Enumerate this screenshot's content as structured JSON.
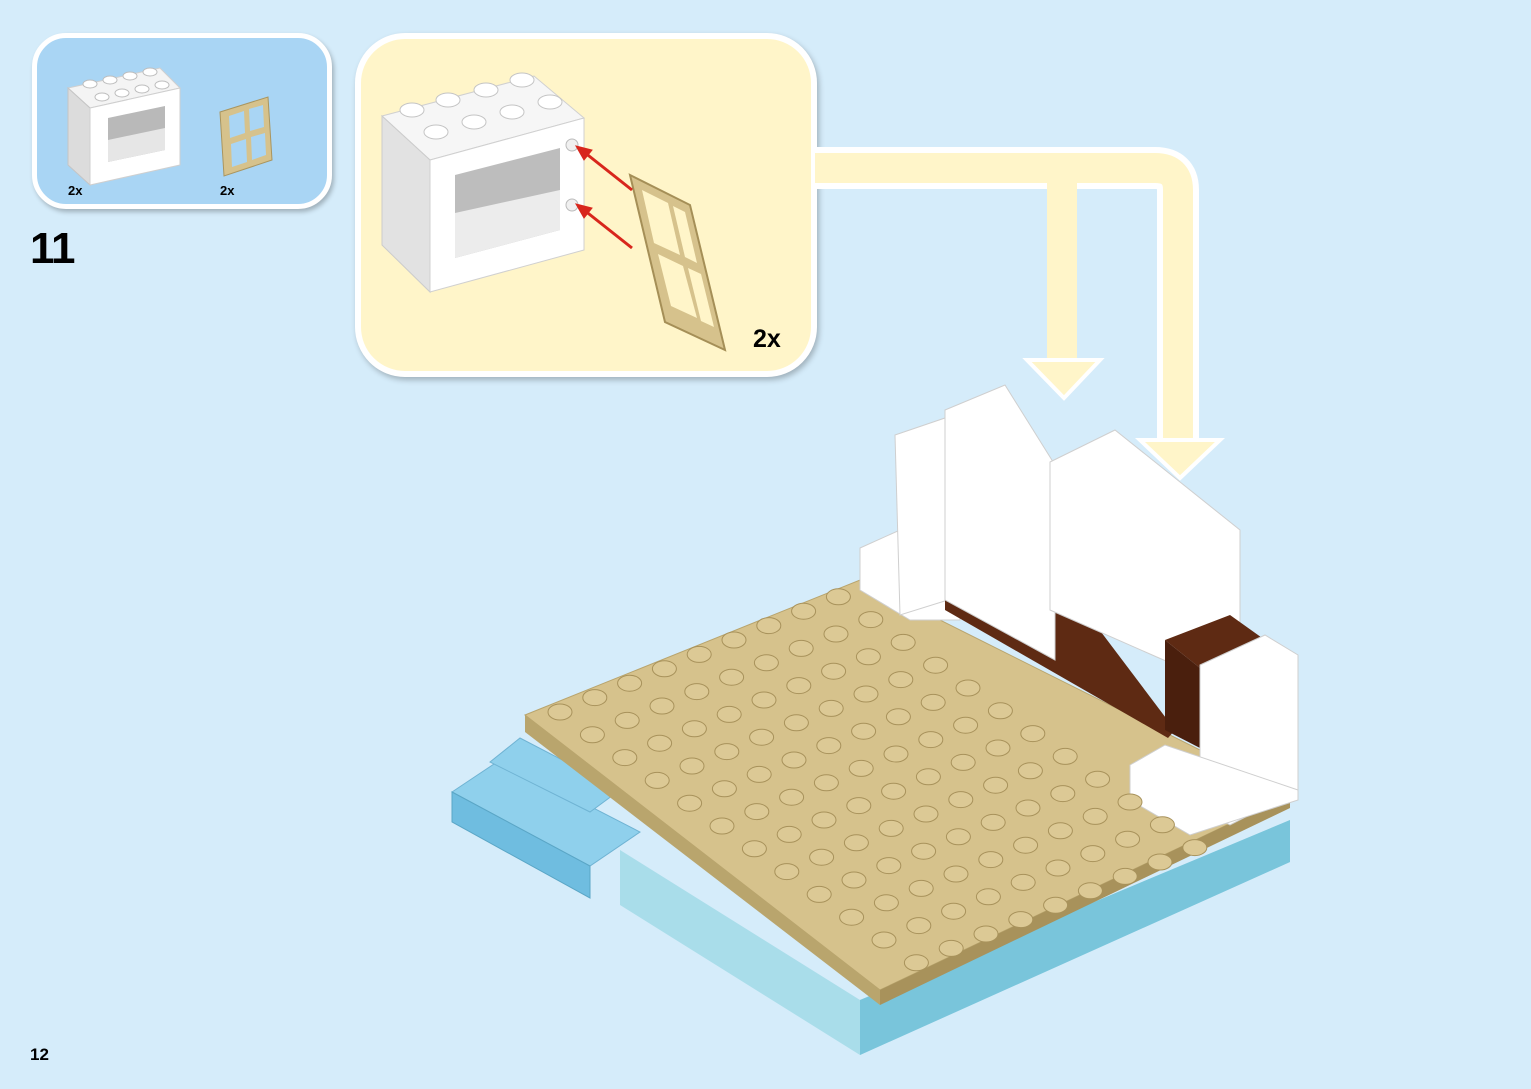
{
  "step": {
    "number": "11",
    "parts": [
      {
        "name": "window-frame-brick",
        "quantity": "2x",
        "color": "#ffffff"
      },
      {
        "name": "window-pane",
        "quantity": "2x",
        "color": "#d6c28c"
      }
    ]
  },
  "submodel": {
    "quantity": "2x"
  },
  "page": {
    "number": "12"
  },
  "colors": {
    "background": "#d5ecfa",
    "parts_box": "#a9d5f4",
    "submodel_box": "#fff5c9",
    "arrow": "#fff5c9",
    "tan": "#d6c28c",
    "brown": "#5e2a13",
    "azure": "#8fd0ec",
    "attach_arrow": "#d8261c"
  }
}
